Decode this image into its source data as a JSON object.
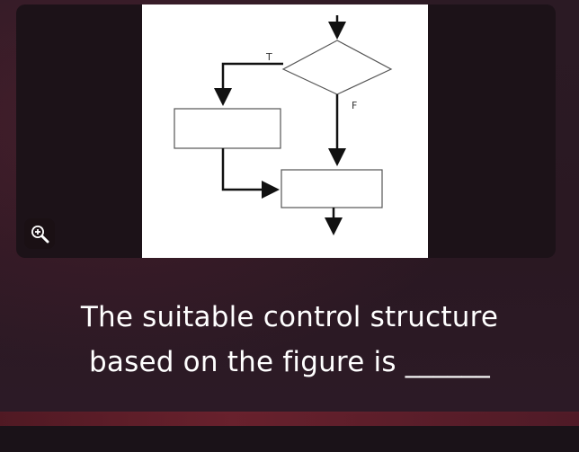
{
  "figure": {
    "true_label": "T",
    "false_label": "F"
  },
  "zoom": {
    "icon": "zoom-in-icon"
  },
  "question": {
    "line1": "The suitable control structure",
    "line2": "based on the figure is ______"
  }
}
